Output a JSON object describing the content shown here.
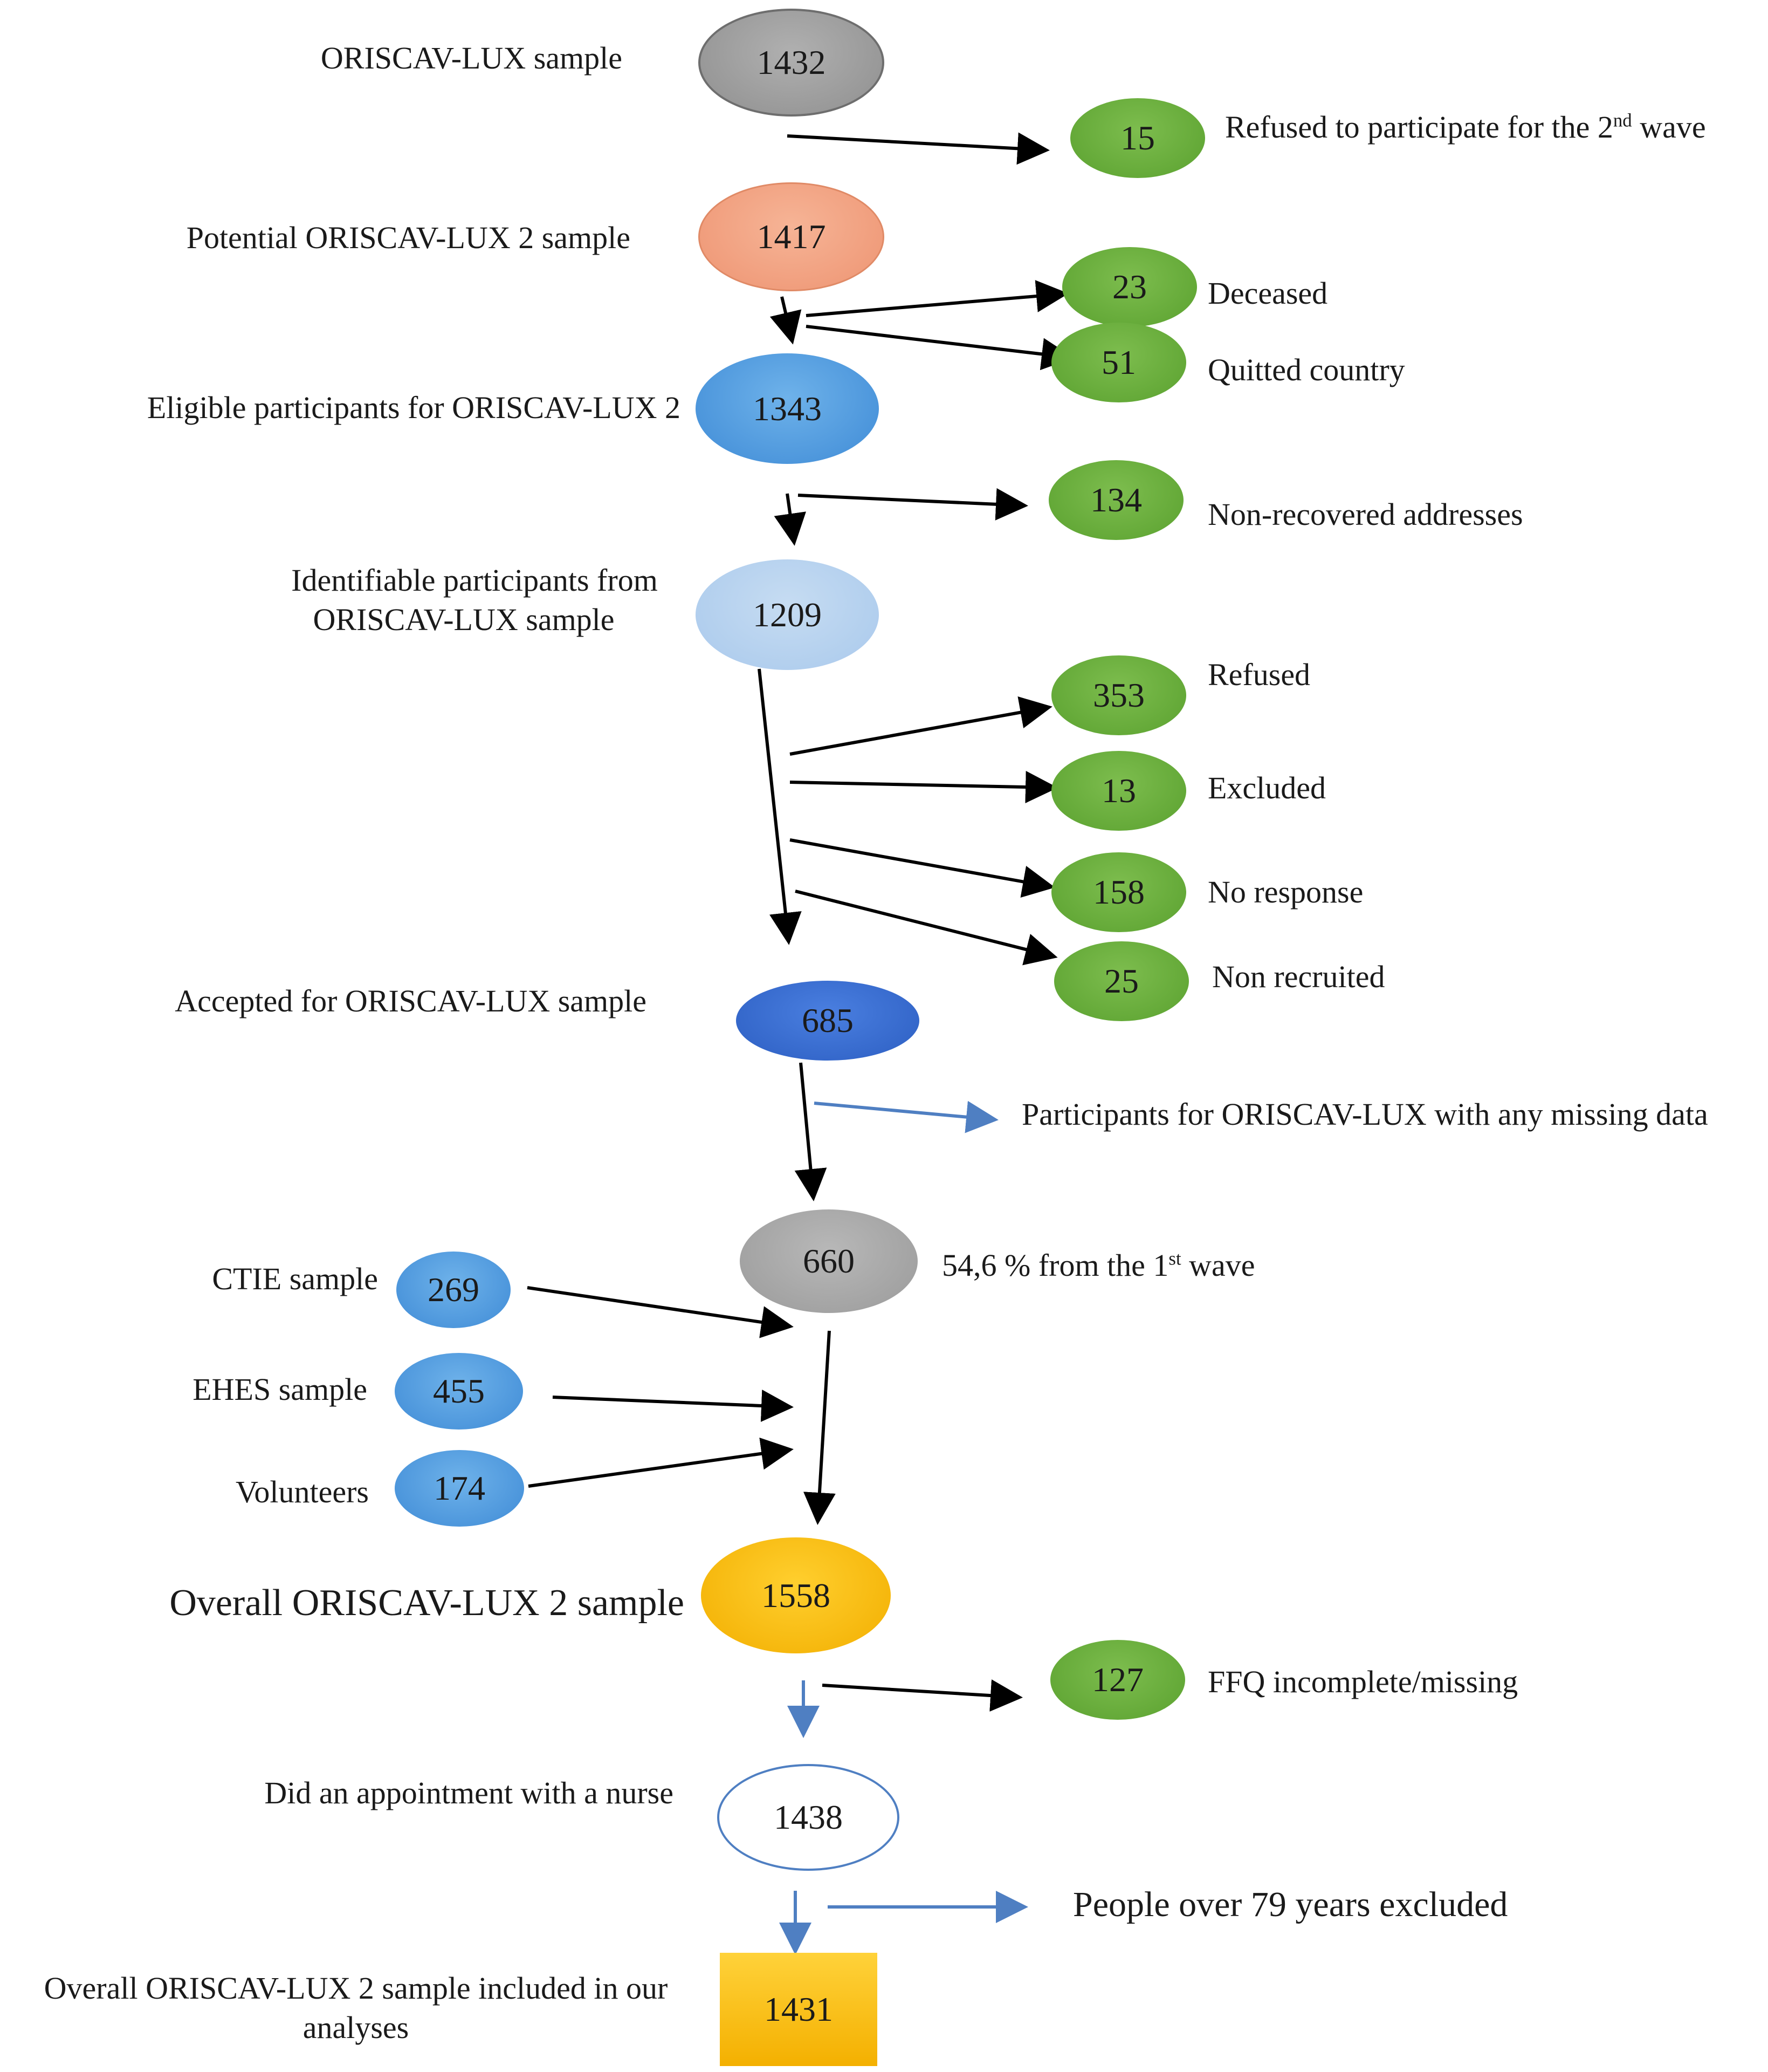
{
  "nodes": {
    "oriscav_lux": "1432",
    "refused_2nd_wave": "15",
    "potential_lux2": "1417",
    "deceased": "23",
    "quitted_country": "51",
    "eligible": "1343",
    "non_recovered": "134",
    "identifiable": "1209",
    "refused": "353",
    "excluded": "13",
    "no_response": "158",
    "non_recruited": "25",
    "accepted": "685",
    "wave1_share": "660",
    "ctie": "269",
    "ehes": "455",
    "volunteers": "174",
    "overall_lux2": "1558",
    "ffq_incomplete": "127",
    "nurse_appointment": "1438",
    "final_included": "1431"
  },
  "labels": {
    "oriscav_lux": "ORISCAV-LUX sample",
    "refused_2nd_wave_pre": "Refused to participate for the 2",
    "refused_2nd_wave_sup": "nd",
    "refused_2nd_wave_post": " wave",
    "potential_lux2": "Potential ORISCAV-LUX 2 sample",
    "deceased": "Deceased",
    "quitted_country": "Quitted country",
    "eligible": "Eligible participants for ORISCAV-LUX 2",
    "non_recovered": "Non-recovered addresses",
    "identifiable_line1": "Identifiable participants from",
    "identifiable_line2": "ORISCAV-LUX sample",
    "refused": "Refused",
    "excluded": "Excluded",
    "no_response": "No response",
    "non_recruited": "Non recruited",
    "accepted": "Accepted for ORISCAV-LUX sample",
    "missing_data": "Participants for ORISCAV-LUX with any missing data",
    "wave1_pre": "54,6 % from the 1",
    "wave1_sup": "st",
    "wave1_post": " wave",
    "ctie": "CTIE sample",
    "ehes": "EHES sample",
    "volunteers": "Volunteers",
    "overall_lux2": "Overall ORISCAV-LUX 2 sample",
    "ffq_incomplete": "FFQ incomplete/missing",
    "nurse_appointment": "Did an appointment with a nurse",
    "over79": "People over 79 years excluded",
    "final_line1": "Overall ORISCAV-LUX 2 sample included in our",
    "final_line2": "analyses"
  },
  "colors": {
    "gray": "#9a9a9a",
    "salmon": "#f2a382",
    "blue": "#4e9be0",
    "light_blue": "#b5d0ee",
    "dark_blue": "#3366cc",
    "green": "#6aae3c",
    "yellow": "#f8bc0c",
    "arrow_black": "#000000",
    "arrow_blue": "#4f7fc2"
  }
}
